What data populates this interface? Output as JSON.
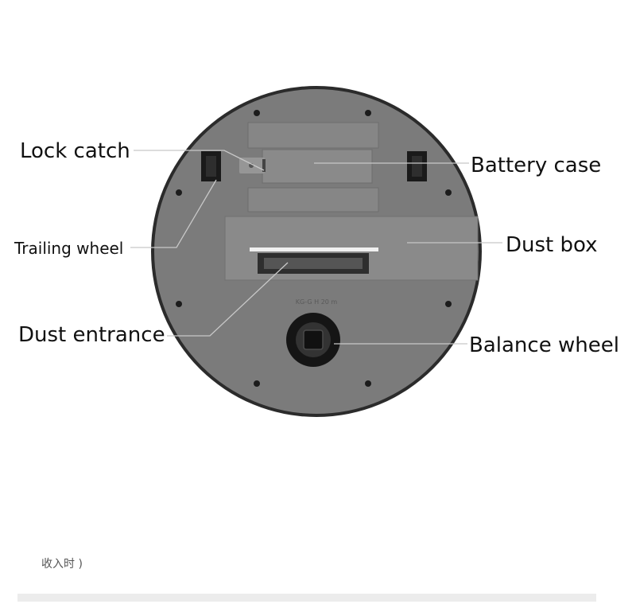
{
  "labels": {
    "lock_catch": "Lock catch",
    "battery_case": "Battery case",
    "trailing_wheel": "Trailing wheel",
    "dust_box": "Dust box",
    "dust_entrance": "Dust entrance",
    "balance_wheel": "Balance wheel"
  },
  "device": {
    "model_text": "KG-G H 20 m"
  },
  "footer": {
    "text": "收入时 )"
  },
  "colors": {
    "body": "#7b7b7b",
    "rim": "#2b2b2b",
    "panel": "#888888",
    "leader": "#bdbdbd"
  }
}
